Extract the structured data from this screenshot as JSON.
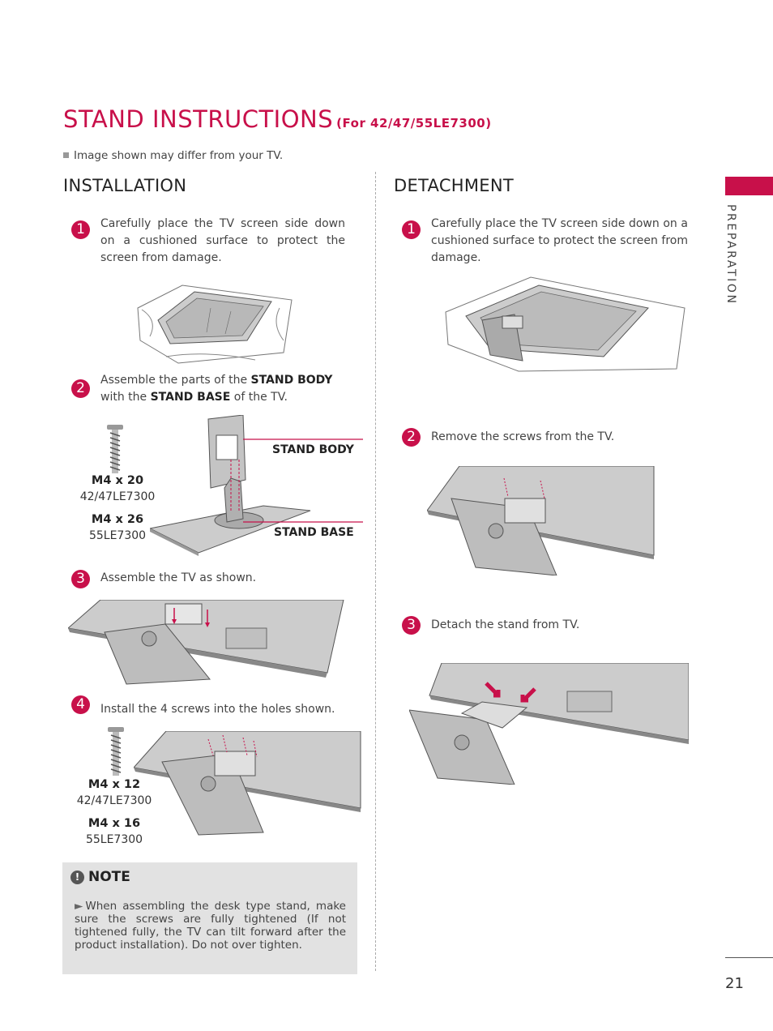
{
  "title": "STAND INSTRUCTIONS",
  "model_note": "(For 42/47/55LE7300)",
  "image_note": "Image shown may differ from your TV.",
  "side_tab": "PREPARATION",
  "page_number": "21",
  "brand_color": "#c8104a",
  "installation": {
    "heading": "INSTALLATION",
    "step1": {
      "num": "1",
      "text": "Carefully place the TV screen side down on a cushioned surface to protect the screen from damage."
    },
    "step2": {
      "num": "2",
      "pre": "Assemble the parts of the ",
      "b1": "STAND BODY",
      "mid": " with the ",
      "b2": "STAND BASE",
      "post": " of the TV."
    },
    "step2_labels": {
      "screw1": "M4 x 20",
      "model1": "42/47LE7300",
      "screw2": "M4 x 26",
      "model2": "55LE7300",
      "callout_body": "STAND BODY",
      "callout_base": "STAND BASE"
    },
    "step3": {
      "num": "3",
      "text": "Assemble the TV as shown."
    },
    "step4": {
      "num": "4",
      "text": "Install the 4 screws into the holes shown."
    },
    "step4_labels": {
      "screw1": "M4 x 12",
      "model1": "42/47LE7300",
      "screw2": "M4 x 16",
      "model2": "55LE7300"
    }
  },
  "detachment": {
    "heading": "DETACHMENT",
    "step1": {
      "num": "1",
      "text": "Carefully place the TV screen side down on a cushioned surface to protect the screen from damage."
    },
    "step2": {
      "num": "2",
      "text": "Remove the screws from the TV."
    },
    "step3": {
      "num": "3",
      "text": "Detach the stand from TV."
    }
  },
  "note": {
    "heading": "NOTE",
    "icon": "exclamation-icon",
    "bullet_icon": "triangle-right-icon",
    "text": "When assembling the desk type stand, make sure the screws are fully tightened (If not tightened fully, the TV can tilt forward after the product installation). Do not  over tighten."
  }
}
